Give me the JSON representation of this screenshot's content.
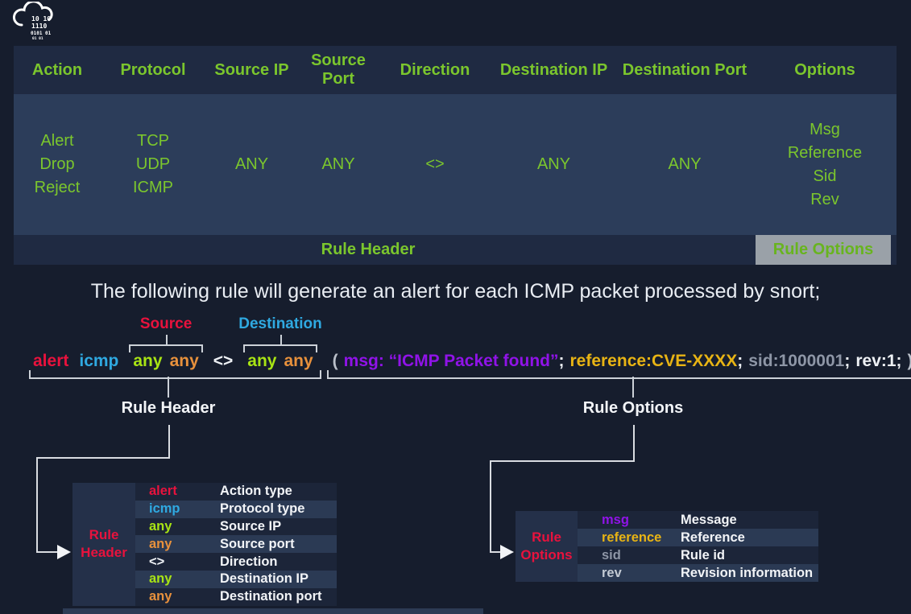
{
  "logo": {
    "binary_line1": "10 10",
    "binary_line2": "1110",
    "binary_line3": "0101 01",
    "binary_line4": "01 01"
  },
  "matrix": {
    "columns": [
      {
        "header": "Action",
        "values": [
          "Alert",
          "Drop",
          "Reject"
        ]
      },
      {
        "header": "Protocol",
        "values": [
          "TCP",
          "UDP",
          "ICMP"
        ]
      },
      {
        "header": "Source IP",
        "values": [
          "ANY"
        ]
      },
      {
        "header": "Source Port",
        "values": [
          "ANY"
        ]
      },
      {
        "header": "Direction",
        "values": [
          "<>"
        ]
      },
      {
        "header": "Destination IP",
        "values": [
          "ANY"
        ]
      },
      {
        "header": "Destination Port",
        "values": [
          "ANY"
        ]
      },
      {
        "header": "Options",
        "values": [
          "Msg",
          "Reference",
          "Sid",
          "Rev"
        ]
      }
    ],
    "footer": {
      "header_zone": "Rule Header",
      "options_zone": "Rule Options"
    }
  },
  "caption": "The following rule will generate an alert for each ICMP packet processed by snort;",
  "rule": {
    "source_label": "Source",
    "destination_label": "Destination",
    "action": "alert",
    "protocol": "icmp",
    "src_ip": "any",
    "src_port": "any",
    "direction": "<>",
    "dst_ip": "any",
    "dst_port": "any",
    "paren_open": "(",
    "msg": "msg: “ICMP Packet found”",
    "sep1": ";",
    "reference": "reference:CVE-XXXX",
    "sep2": ";",
    "sid": "sid:1000001",
    "sep3": ";",
    "rev": "rev:1;",
    "paren_close": ")",
    "header_brace_label": "Rule Header",
    "options_brace_label": "Rule Options"
  },
  "header_table": {
    "title": "Rule Header",
    "rows": [
      {
        "token": "alert",
        "desc": "Action type"
      },
      {
        "token": "icmp",
        "desc": "Protocol type"
      },
      {
        "token": "any",
        "desc": "Source IP"
      },
      {
        "token": "any",
        "desc": "Source port"
      },
      {
        "token": "<>",
        "desc": "Direction"
      },
      {
        "token": "any",
        "desc": "Destination IP"
      },
      {
        "token": "any",
        "desc": "Destination port"
      }
    ]
  },
  "options_table": {
    "title": "Rule Options",
    "rows": [
      {
        "token": "msg",
        "desc": "Message"
      },
      {
        "token": "reference",
        "desc": "Reference"
      },
      {
        "token": "sid",
        "desc": "Rule id"
      },
      {
        "token": "rev",
        "desc": "Revision information"
      }
    ]
  },
  "colors": {
    "action_red": "#e8123d",
    "protocol_blue": "#2fa9e1",
    "ip_green": "#a8e414",
    "port_orange": "#e8913c",
    "direction_white": "#eef1f5",
    "msg_purple": "#9013e8",
    "reference_gold": "#e8b414",
    "sid_gray": "#8e96a6",
    "rev_light": "#c3cad4",
    "table_green": "#7bc62d"
  }
}
